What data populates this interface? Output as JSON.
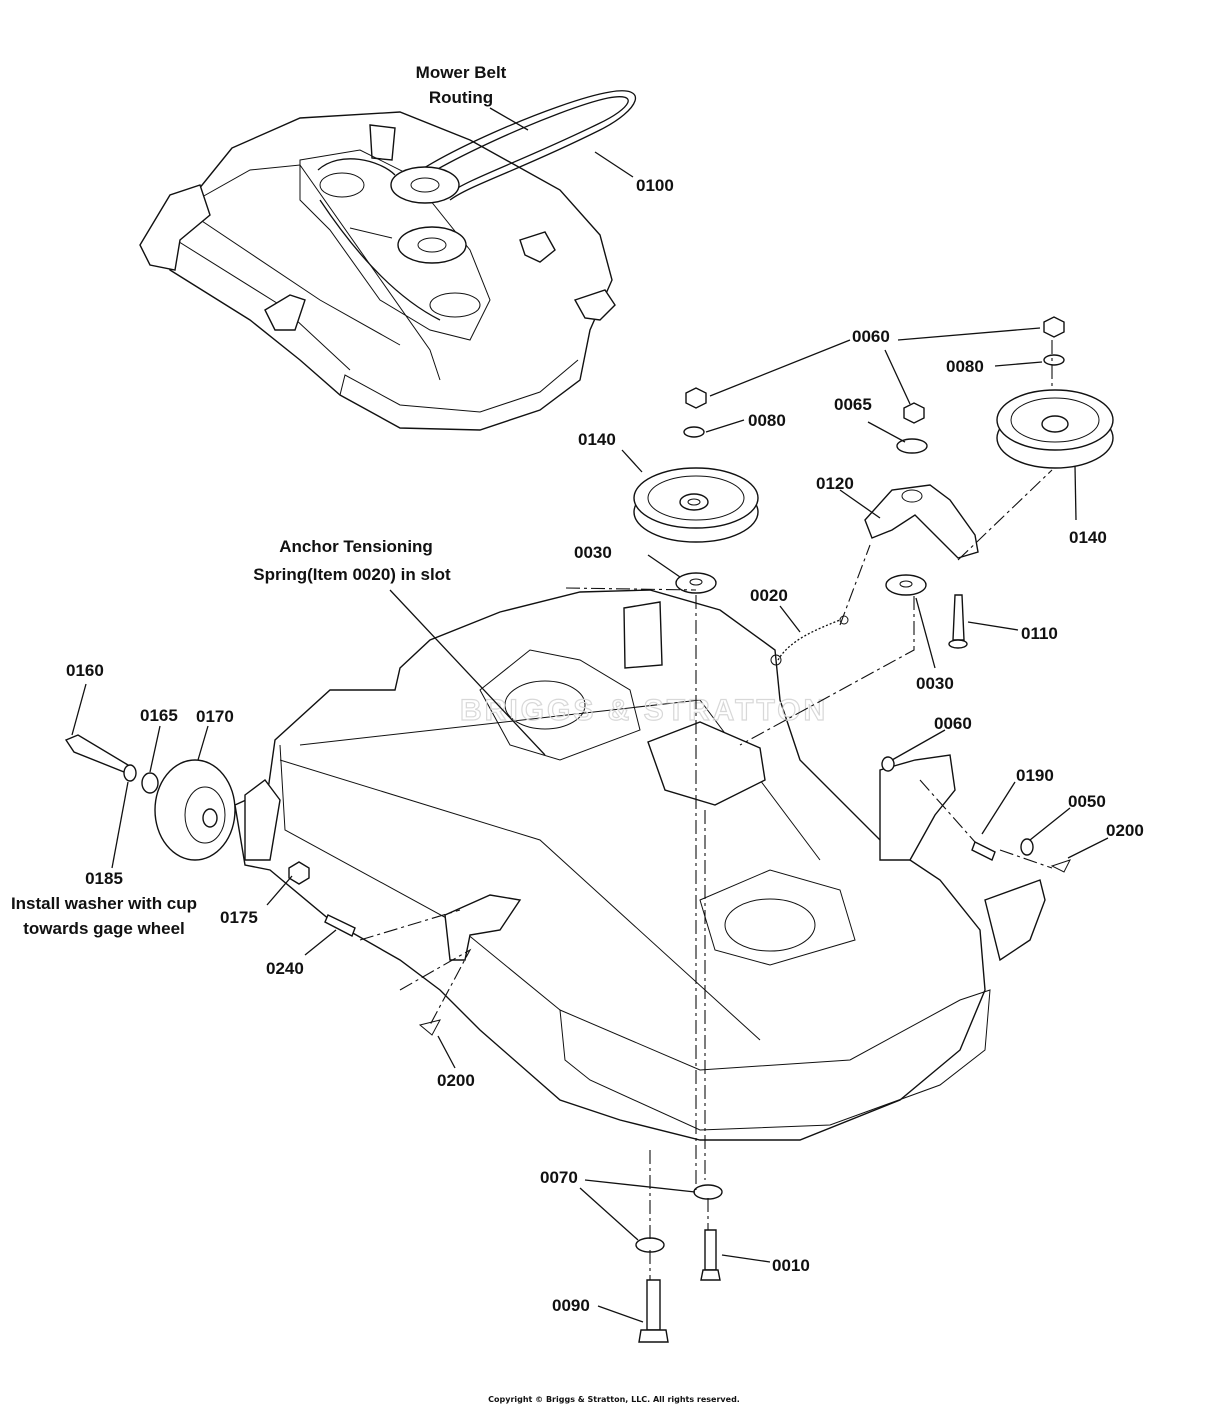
{
  "callouts": {
    "c0100": "0100",
    "c0060_top": "0060",
    "c0080_right": "0080",
    "c0065": "0065",
    "c0080_left": "0080",
    "c0140_left": "0140",
    "c0140_right": "0140",
    "c0120": "0120",
    "c0030_left": "0030",
    "c0020": "0020",
    "c0110": "0110",
    "c0030_right": "0030",
    "c0160": "0160",
    "c0165": "0165",
    "c0170": "0170",
    "c0060_mid": "0060",
    "c0190": "0190",
    "c0050": "0050",
    "c0200_right": "0200",
    "c0185": "0185",
    "c0175": "0175",
    "c0240": "0240",
    "c0200_bottom": "0200",
    "c0070": "0070",
    "c0010": "0010",
    "c0090": "0090"
  },
  "notes": {
    "belt_line1": "Mower Belt",
    "belt_line2": "Routing",
    "anchor_line1": "Anchor Tensioning",
    "anchor_line2": "Spring(Item 0020) in slot",
    "washer_line1": "Install washer with cup",
    "washer_line2": "towards gage wheel"
  },
  "watermark": "BRIGGS & STRATTON",
  "copyright": "Copyright © Briggs & Stratton, LLC. All rights reserved."
}
